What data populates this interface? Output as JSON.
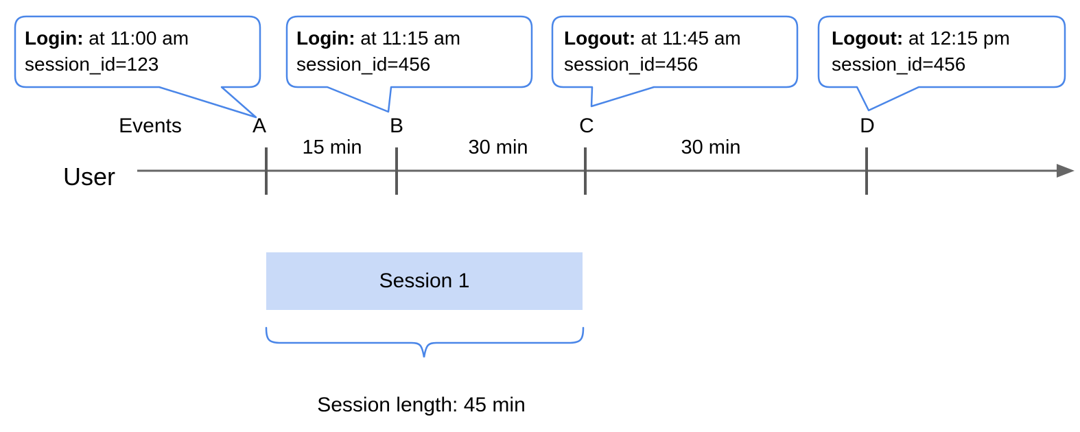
{
  "bubbles": [
    {
      "event": "A",
      "title": "Login:",
      "time": " at 11:00 am",
      "session": "session_id=123"
    },
    {
      "event": "B",
      "title": "Login:",
      "time": " at 11:15 am",
      "session": "session_id=456"
    },
    {
      "event": "C",
      "title": "Logout:",
      "time": " at 11:45 am",
      "session": "session_id=456"
    },
    {
      "event": "D",
      "title": "Logout:",
      "time": " at 12:15 pm",
      "session": "session_id=456"
    }
  ],
  "timeline": {
    "axis_label": "User",
    "events_label": "Events",
    "markers": [
      "A",
      "B",
      "C",
      "D"
    ],
    "intervals": [
      "15 min",
      "30 min",
      "30 min"
    ]
  },
  "session": {
    "bar_label": "Session 1",
    "length_label": "Session length: 45 min"
  },
  "colors": {
    "callout_border": "#4a86e8",
    "session_fill": "#c9daf8",
    "axis_line": "#666666",
    "tick": "#595959"
  }
}
